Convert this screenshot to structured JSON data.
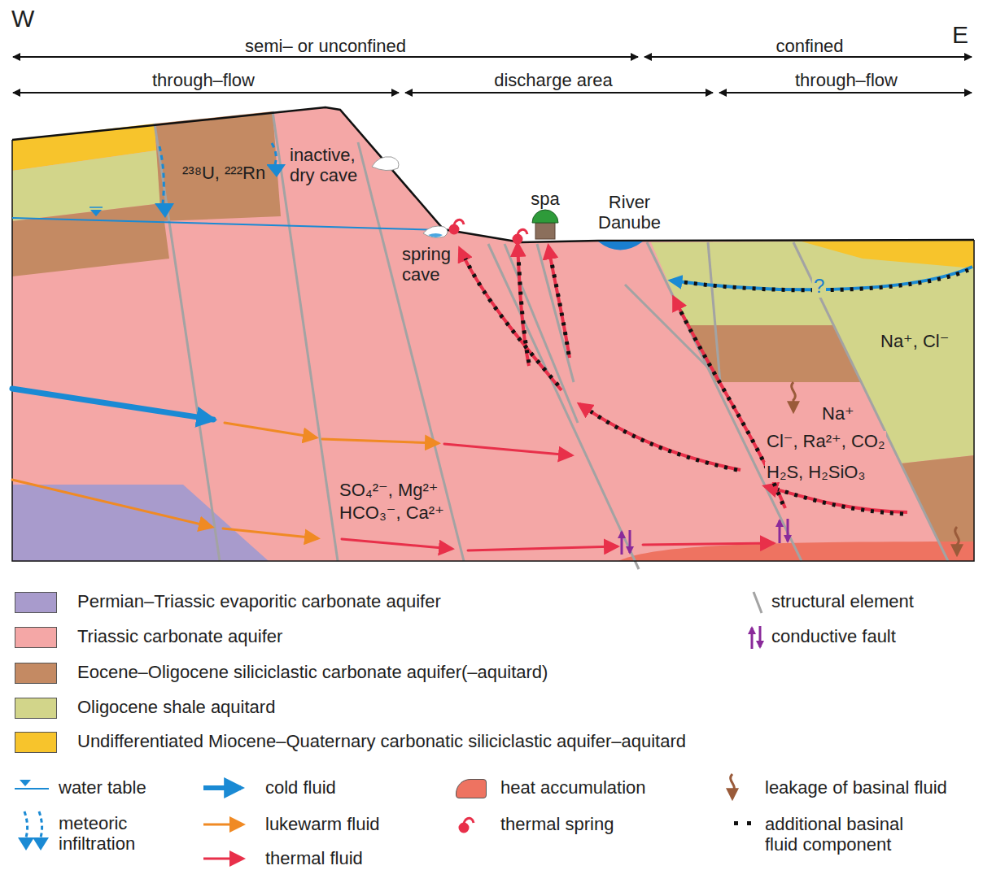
{
  "diagram": {
    "labels": [
      "W",
      "E",
      "semi– or unconfined",
      "confined",
      "through–flow",
      "discharge area",
      "through–flow",
      "²³⁸U, ²²²Rn",
      "inactive, dry cave",
      "spring cave",
      "spa",
      "River Danube",
      "SO₄²⁻, Mg²⁺",
      "HCO₃⁻, Ca²⁺",
      "Na⁺, Cl⁻",
      "Na⁺",
      "Cl⁻, Ra²⁺, CO₂",
      "H₂S, H₂SiO₃",
      "?"
    ],
    "legend": [
      {
        "text": "Permian–Triassic evaporitic carbonate aquifer",
        "color": "#a89bcc"
      },
      {
        "text": "Triassic carbonate aquifer",
        "color": "#f4a7a6"
      },
      {
        "text": "Eocene–Oligocene siliciclastic carbonate aquifer(–aquitard)",
        "color": "#c48a63"
      },
      {
        "text": "Oligocene shale aquitard",
        "color": "#d2d58a"
      },
      {
        "text": "Undifferentiated Miocene–Quaternary carbonatic siliciclastic aquifer–aquitard",
        "color": "#f7c42c"
      },
      {
        "text": "structural element"
      },
      {
        "text": "conductive fault"
      },
      {
        "text": "water table"
      },
      {
        "text": "meteoric infiltration"
      },
      {
        "text": "cold fluid"
      },
      {
        "text": "lukewarm fluid"
      },
      {
        "text": "thermal fluid"
      },
      {
        "text": "heat accumulation",
        "color": "#ee7361"
      },
      {
        "text": "thermal spring"
      },
      {
        "text": "leakage of basinal fluid"
      },
      {
        "text": "additional basinal fluid component"
      }
    ]
  }
}
